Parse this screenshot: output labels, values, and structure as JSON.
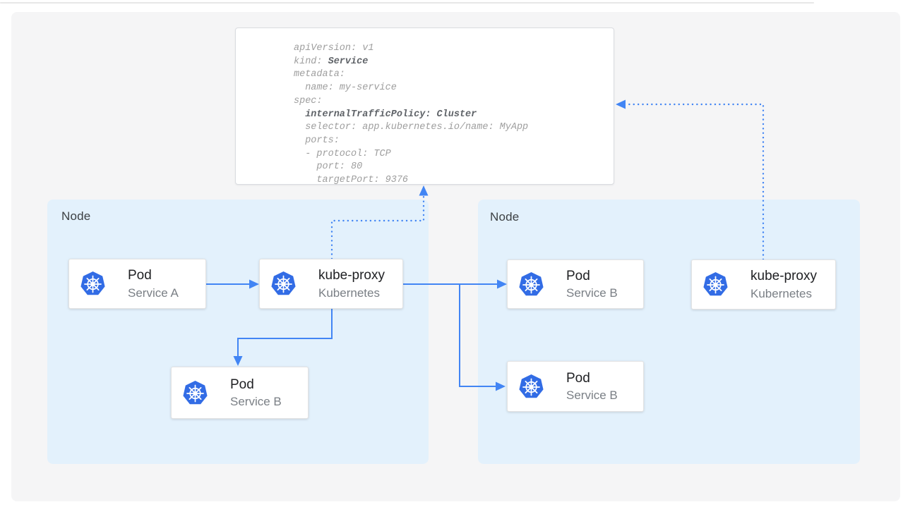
{
  "colors": {
    "panel_bg": "#f5f5f6",
    "node_fill": "#e3f1fc",
    "arrow_blue": "#4285f4",
    "kubernetes_blue": "#326ce5",
    "code_gray": "#9e9e9e",
    "code_bold_gray": "#5f6368"
  },
  "yaml": {
    "lines": [
      {
        "plain": "apiVersion: v1"
      },
      {
        "plain": "kind: ",
        "bold": "Service"
      },
      {
        "plain": "metadata:"
      },
      {
        "plain": "  name: my-service"
      },
      {
        "plain": "spec:"
      },
      {
        "plain": "  ",
        "bold": "internalTrafficPolicy: Cluster"
      },
      {
        "plain": "  selector: app.kubernetes.io/name: MyApp"
      },
      {
        "plain": "  ports:"
      },
      {
        "plain": "  - protocol: TCP"
      },
      {
        "plain": "    port: 80"
      },
      {
        "plain": "    targetPort: 9376"
      }
    ]
  },
  "left_node": {
    "label": "Node",
    "pod_a": {
      "title": "Pod",
      "subtitle": "Service A"
    },
    "kube_proxy": {
      "title": "kube-proxy",
      "subtitle": "Kubernetes"
    },
    "pod_b": {
      "title": "Pod",
      "subtitle": "Service B"
    }
  },
  "right_node": {
    "label": "Node",
    "pod_top": {
      "title": "Pod",
      "subtitle": "Service B"
    },
    "pod_bottom": {
      "title": "Pod",
      "subtitle": "Service B"
    },
    "kube_proxy": {
      "title": "kube-proxy",
      "subtitle": "Kubernetes"
    }
  },
  "icons": {
    "kubernetes_logo": "kubernetes-helm-wheel"
  }
}
